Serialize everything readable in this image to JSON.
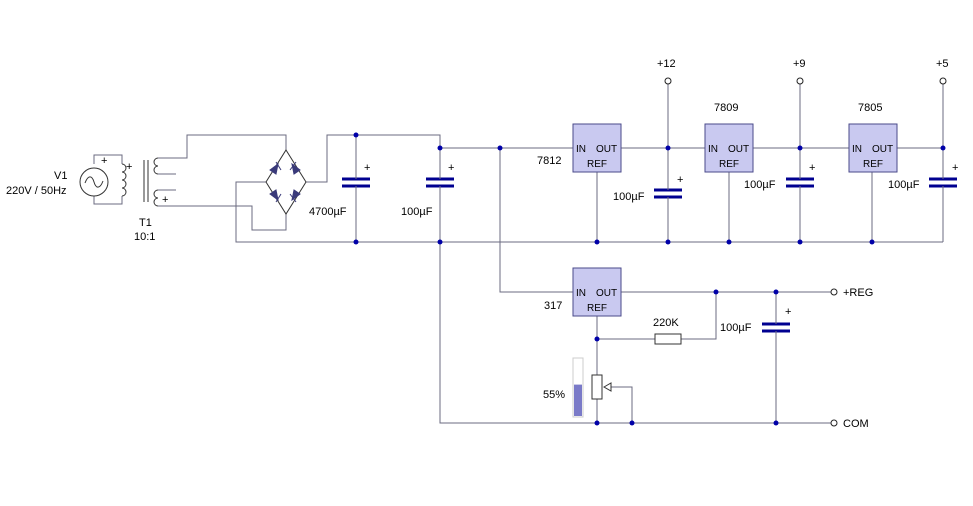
{
  "source": {
    "name": "V1",
    "rating": "220V / 50Hz",
    "plus": "+"
  },
  "transformer": {
    "name": "T1",
    "ratio": "10:1",
    "plus": "+"
  },
  "capacitors": {
    "c1": "4700µF",
    "c2": "100µF",
    "c3": "100µF",
    "c4": "100µF",
    "c5": "100µF",
    "c6": "100µF",
    "plus": "+"
  },
  "regulators": {
    "r1": {
      "name": "7812",
      "in": "IN",
      "out": "OUT",
      "ref": "REF"
    },
    "r2": {
      "name": "7809",
      "in": "IN",
      "out": "OUT",
      "ref": "REF"
    },
    "r3": {
      "name": "7805",
      "in": "IN",
      "out": "OUT",
      "ref": "REF"
    },
    "r4": {
      "name": "317",
      "in": "IN",
      "out": "OUT",
      "ref": "REF"
    }
  },
  "outputs": {
    "v12": "+12",
    "v9": "+9",
    "v5": "+5",
    "reg": "+REG",
    "com": "COM"
  },
  "resistor": {
    "value": "220K"
  },
  "potentiometer": {
    "position_label": "55%",
    "position": 0.55
  }
}
